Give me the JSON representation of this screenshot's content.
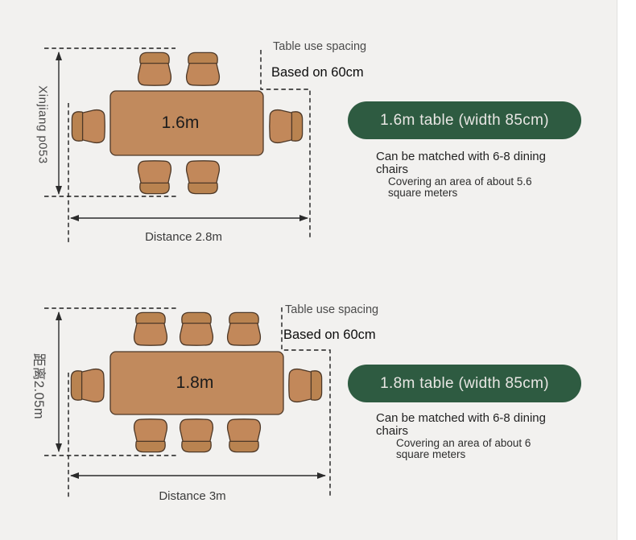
{
  "colors": {
    "page_bg": "#f2f1ef",
    "margin_bg": "#ffffff",
    "table_fill": "#c18a5d",
    "chair_fill": "#c2885a",
    "chair_back_fill": "#b98350",
    "outline": "#4d3827",
    "dash": "#1d1d1d",
    "dim": "#2b2b2b",
    "pill_bg": "#2e5b41",
    "pill_text": "#e8e6e3"
  },
  "sections": [
    {
      "side_label": "Xinjiang p053",
      "table_label": "1.6m",
      "spacing_note_line1": "Table use spacing",
      "spacing_note_line2": "Based on 60cm",
      "pill_label": "1.6m table (width 85cm)",
      "match_text": "Can be matched with 6-8 dining chairs",
      "area_text": "Covering an area of about 5.6 square meters",
      "distance_label": "Distance 2.8m"
    },
    {
      "side_label": "距离2.05m",
      "table_label": "1.8m",
      "spacing_note_line1": "Table use spacing",
      "spacing_note_line2": "Based on 60cm",
      "pill_label": "1.8m table (width 85cm)",
      "match_text": "Can be matched with 6-8 dining chairs",
      "area_text": "Covering an area of about 6 square meters",
      "distance_label": "Distance 3m"
    }
  ]
}
